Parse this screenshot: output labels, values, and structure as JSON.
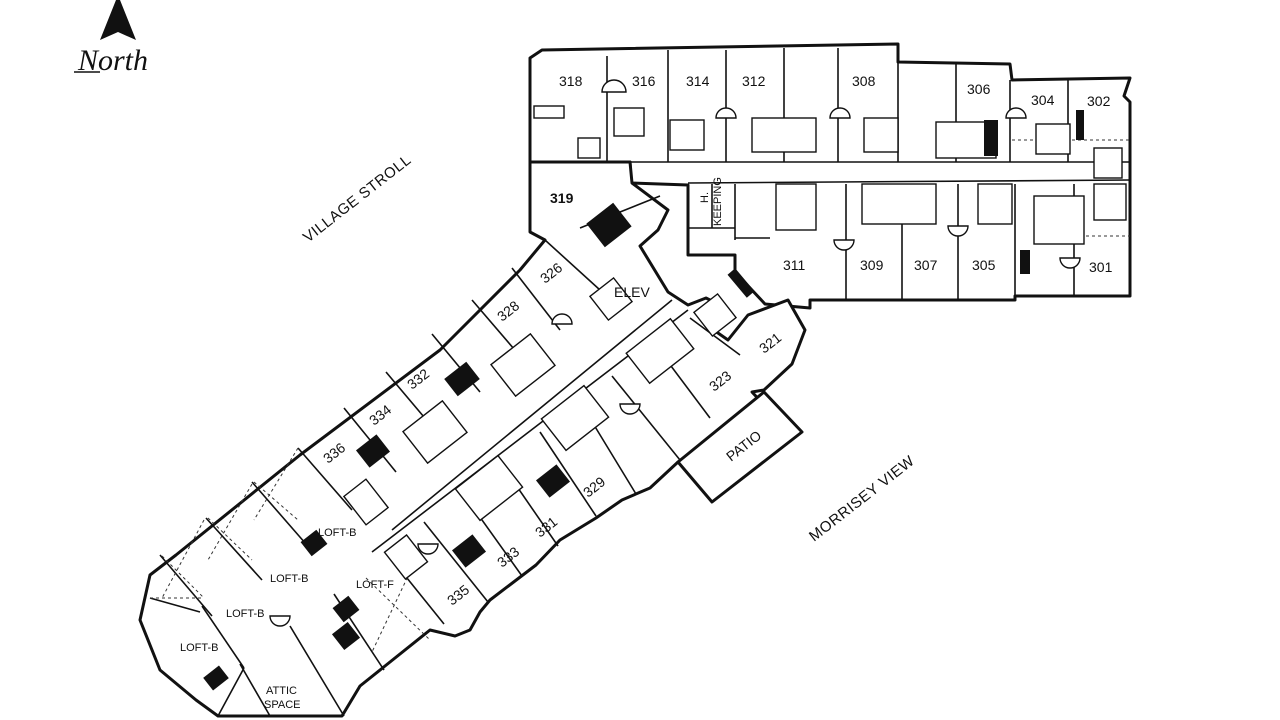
{
  "compass": {
    "label": "North"
  },
  "streets": {
    "village_stroll": "VILLAGE STROLL",
    "morrisey_view": "MORRISEY VIEW"
  },
  "north_wing_top": [
    "318",
    "316",
    "314",
    "312",
    "308",
    "306",
    "304",
    "302"
  ],
  "north_wing_bottom": [
    "311",
    "309",
    "307",
    "305",
    "301"
  ],
  "rooms": {
    "r319": "319",
    "r326": "326",
    "r328": "328",
    "r332": "332",
    "r334": "334",
    "r336": "336",
    "r321": "321",
    "r323": "323",
    "r329": "329",
    "r331": "331",
    "r333": "333",
    "r335": "335"
  },
  "service": {
    "elev": "ELEV",
    "hk_1": "H.",
    "hk_2": "KEEPING"
  },
  "patio": "PATIO",
  "lofts": {
    "b1": "LOFT-B",
    "b2": "LOFT-B",
    "b3": "LOFT-B",
    "b4": "LOFT-B",
    "f1": "LOFT-F"
  },
  "attic": {
    "line1": "ATTIC",
    "line2": "SPACE"
  }
}
